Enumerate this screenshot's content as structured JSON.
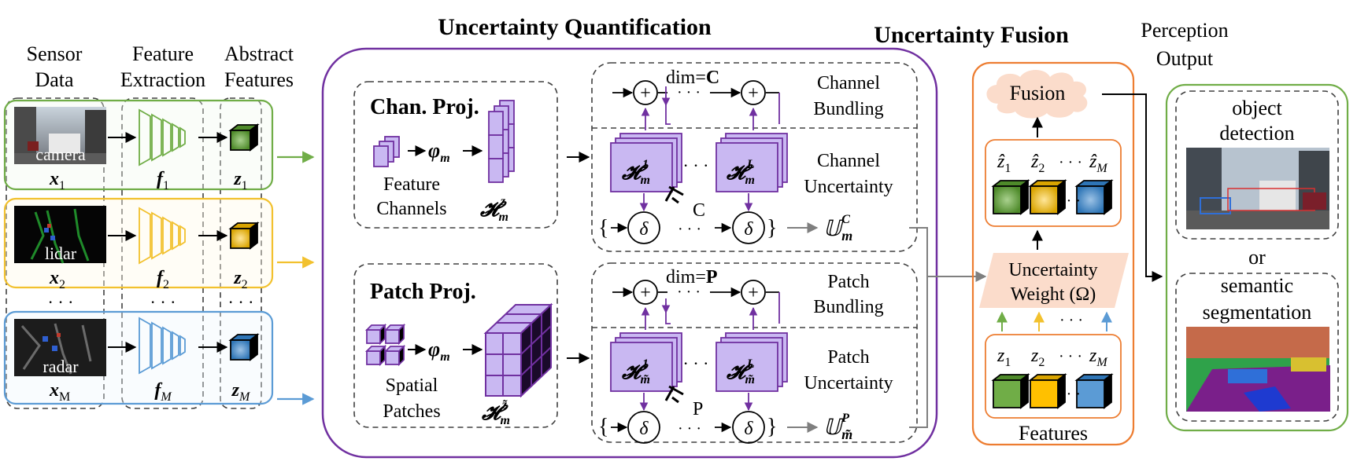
{
  "headers": {
    "sensor_data": [
      "Sensor",
      "Data"
    ],
    "feature_extraction": [
      "Feature",
      "Extraction"
    ],
    "abstract_features": [
      "Abstract",
      "Features"
    ],
    "uq_title": "Uncertainty Quantification",
    "uf_title": "Uncertainty Fusion",
    "perception_output": [
      "Perception",
      "Output"
    ]
  },
  "sensors": [
    {
      "label": "camera",
      "input": "x",
      "input_sub": "1",
      "extractor": "f",
      "extractor_sub": "1",
      "feature": "z",
      "feature_sub": "1"
    },
    {
      "label": "lidar",
      "input": "x",
      "input_sub": "2",
      "extractor": "f",
      "extractor_sub": "2",
      "feature": "z",
      "feature_sub": "2"
    },
    {
      "label": "radar",
      "input": "x",
      "input_sub": "M",
      "extractor": "f",
      "extractor_sub": "M",
      "feature": "z",
      "feature_sub": "M"
    }
  ],
  "ellipsis": "· · ·",
  "colors": {
    "camera": "#70ad47",
    "lidar": "#f2c12e",
    "radar": "#5b9bd5",
    "purple": "#7030a0",
    "block_fill": "#c9b8f2",
    "orange": "#ed7d31",
    "fusion_fill": "#fbdccb",
    "green_out": "#70ad47"
  },
  "chan_proj": {
    "title": "Chan. Proj.",
    "phi": "φ",
    "phi_sub": "m",
    "caption": [
      "Feature",
      "Channels"
    ],
    "h": "𝓗",
    "h_sub": "m",
    "h_sup": "z"
  },
  "patch_proj": {
    "title": "Patch Proj.",
    "phi": "φ",
    "phi_sub": "m",
    "caption": [
      "Spatial",
      "Patches"
    ],
    "h": "𝓗",
    "h_sub": "m",
    "h_sup": "z̃"
  },
  "channel_unc": {
    "dim_label": "dim=",
    "dim_value": "C",
    "bundling": [
      "Channel",
      "Bundling"
    ],
    "uncertainty": [
      "Channel",
      "Uncertainty"
    ],
    "h_first_sup": "1",
    "h_last_sup": "L",
    "h_sub": "m",
    "bracket_label": "C",
    "delta": "δ",
    "brace_open": "{",
    "brace_close": "}",
    "result": "𝕌",
    "result_sub": "m",
    "result_sup": "C"
  },
  "patch_unc": {
    "dim_label": "dim=",
    "dim_value": "P",
    "bundling": [
      "Patch",
      "Bundling"
    ],
    "uncertainty": [
      "Patch",
      "Uncertainty"
    ],
    "h_first_sup": "1",
    "h_last_sup": "L",
    "h_sub": "m̃",
    "bracket_label": "P",
    "delta": "δ",
    "brace_open": "{",
    "brace_close": "}",
    "result": "𝕌",
    "result_sub": "m̃",
    "result_sup": "P"
  },
  "fusion": {
    "cloud_label": "Fusion",
    "zhat": [
      "ẑ",
      "ẑ",
      "ẑ"
    ],
    "zhat_subs": [
      "1",
      "2",
      "M"
    ],
    "weight": [
      "Uncertainty",
      "Weight (Ω)"
    ],
    "z": [
      "z",
      "z",
      "z"
    ],
    "z_subs": [
      "1",
      "2",
      "M"
    ],
    "features_label": "Features"
  },
  "outputs": {
    "object": [
      "object",
      "detection"
    ],
    "or": "or",
    "semantic": [
      "semantic",
      "segmentation"
    ]
  }
}
